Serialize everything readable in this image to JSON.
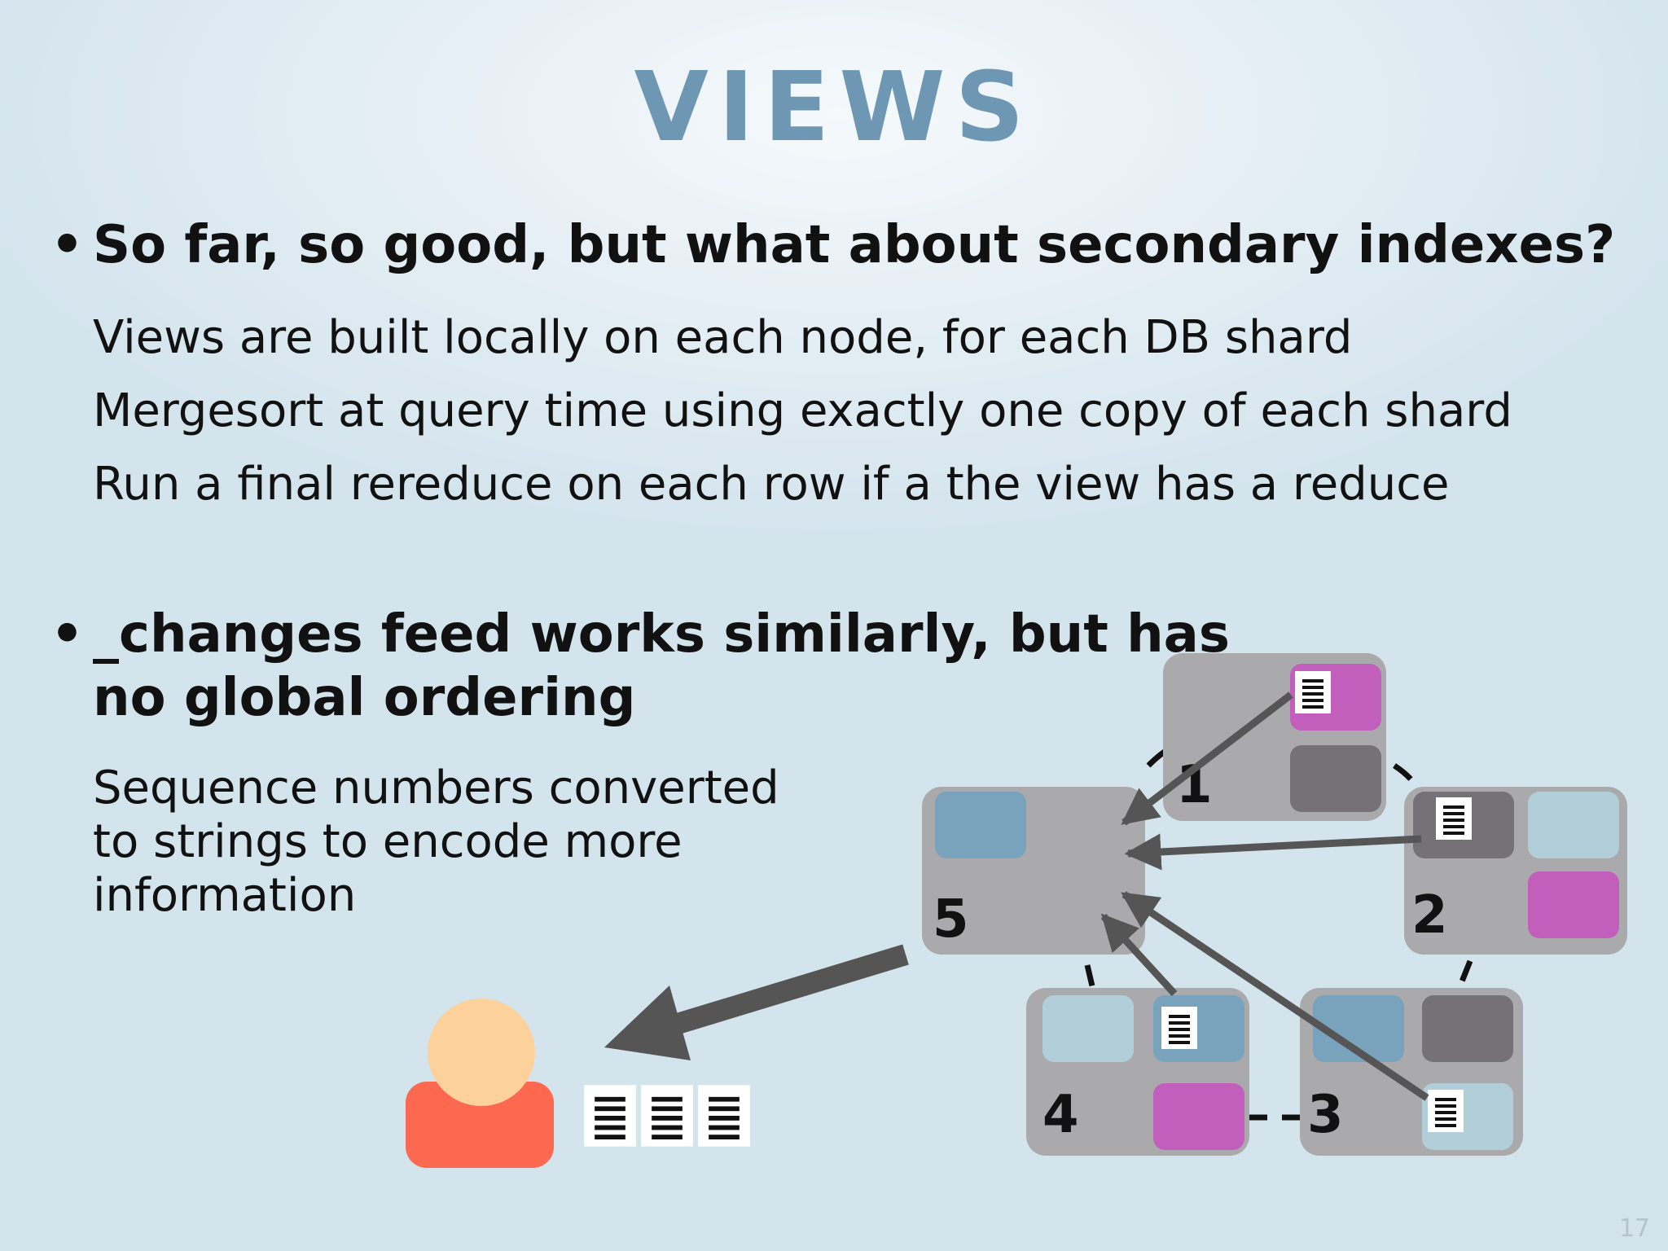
{
  "slide": {
    "title": "VIEWS",
    "page_number": "17"
  },
  "bullets": [
    {
      "heading": "So far, so good, but what about secondary indexes?",
      "sub_items": [
        "Views are built locally on each node, for each DB shard",
        "Mergesort at query time using exactly one copy of each shard",
        "Run a final rereduce on each row if a the view has a reduce"
      ]
    },
    {
      "heading": "_changes feed works similarly, but has\nno global ordering",
      "sub_items": [
        "Sequence numbers converted\nto strings to encode more\ninformation"
      ]
    }
  ],
  "diagram": {
    "nodes": [
      {
        "label": "1"
      },
      {
        "label": "2"
      },
      {
        "label": "3"
      },
      {
        "label": "4"
      },
      {
        "label": "5"
      }
    ],
    "colors": {
      "node_bg": "#aaa9ac",
      "shard_blue": "#79a3bd",
      "shard_light_blue": "#b2ced8",
      "shard_magenta": "#c25fbc",
      "shard_dark": "#747277",
      "arrow": "#555555",
      "user_head": "#fdd19c",
      "user_body": "#fd6850"
    },
    "icons": [
      "document-icon",
      "user-icon",
      "arrow-icon"
    ]
  }
}
